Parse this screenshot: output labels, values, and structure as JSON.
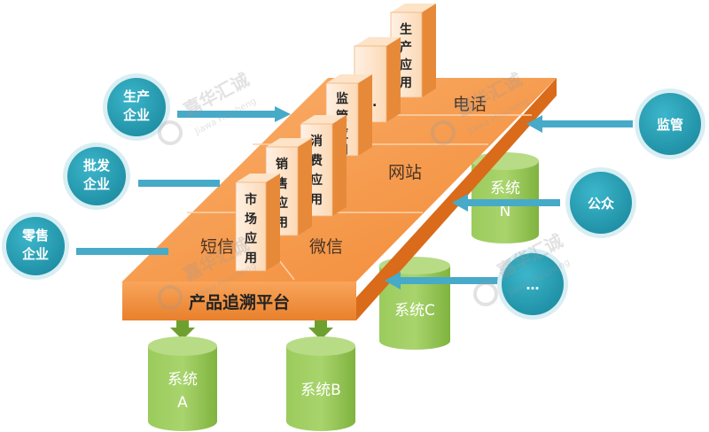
{
  "platform": {
    "title": "产品追溯平台",
    "channels": {
      "sms": "短信",
      "wechat": "微信",
      "website": "网站",
      "phone": "电话"
    }
  },
  "applications": {
    "market": [
      "市",
      "场",
      "应",
      "用"
    ],
    "sales": [
      "销",
      "售",
      "应",
      "用"
    ],
    "consumer": [
      "消",
      "费",
      "应",
      "用"
    ],
    "supervision": [
      "监",
      "管",
      "应",
      "用"
    ],
    "ellipsis": "…",
    "production": [
      "生",
      "产",
      "应",
      "用"
    ]
  },
  "left_parties": {
    "production": [
      "生产",
      "企业"
    ],
    "wholesale": [
      "批发",
      "企业"
    ],
    "retail": [
      "零售",
      "企业"
    ]
  },
  "right_parties": {
    "regulator": "监管",
    "public": "公众",
    "more": "…"
  },
  "systems": {
    "a": [
      "系统",
      "A"
    ],
    "b": "系统B",
    "c": "系统C",
    "n": [
      "系统",
      "N"
    ]
  },
  "watermark": {
    "cn": "嘉华汇诚",
    "en": "Jiawa Huicheng"
  },
  "colors": {
    "orange_top": "#F79A4A",
    "orange_light": "#FCD5B0",
    "orange_dark": "#E0701C",
    "teal": "#2AA3B9",
    "teal_dark": "#1F8FA3",
    "green": "#8CC34B",
    "green_dark": "#6EA02F",
    "arrow_blue": "#47AAC8"
  }
}
